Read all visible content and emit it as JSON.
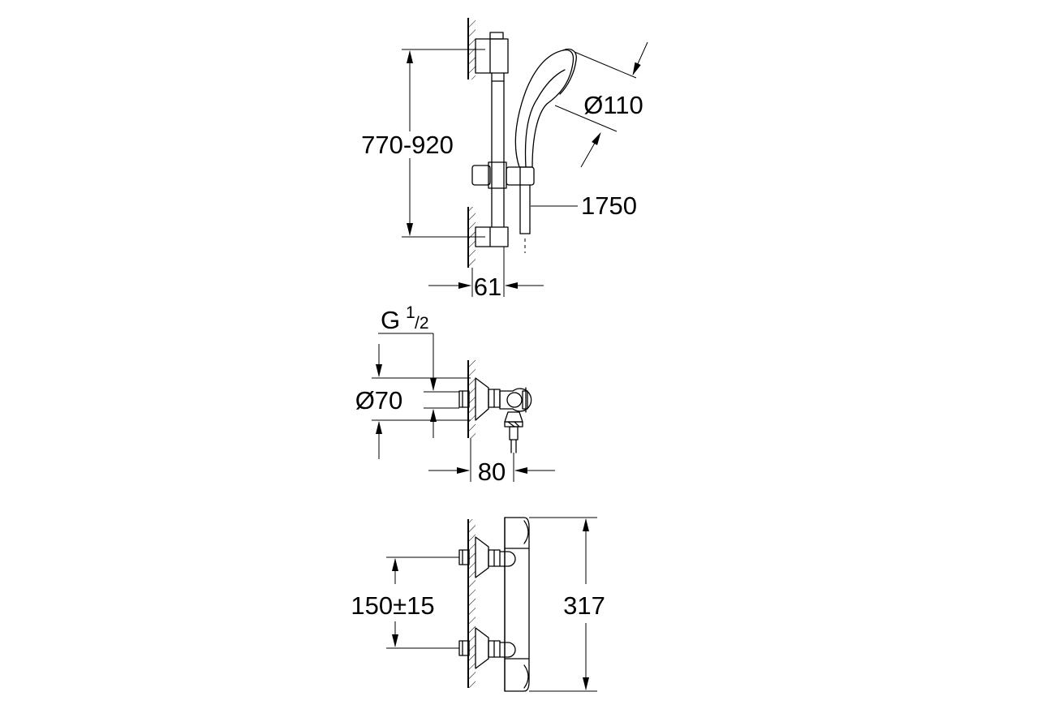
{
  "colors": {
    "line": "#000000",
    "background": "#ffffff"
  },
  "dimensions": {
    "rail_height": "770-920",
    "handshower_diameter": "Ø110",
    "hose_length": "1750",
    "rail_depth": "61",
    "thread_size": "G",
    "thread_fraction_num": "1",
    "thread_fraction_den": "/2",
    "escutcheon_diameter": "Ø70",
    "mixer_projection": "80",
    "inlet_spacing": "150±15",
    "mixer_height": "317"
  }
}
